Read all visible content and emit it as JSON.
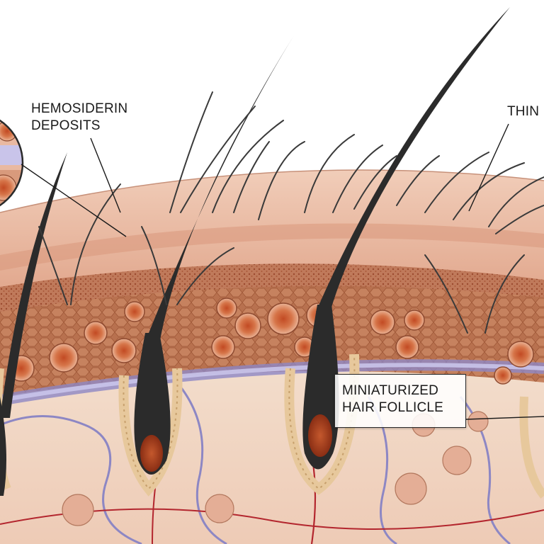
{
  "labels": {
    "hemosiderin": {
      "line1": "HEMOSIDERIN",
      "line2": "DEPOSITS"
    },
    "thin": {
      "text": "THIN"
    },
    "miniaturized": {
      "line1": "MINIATURIZED",
      "line2": "HAIR FOLLICLE"
    }
  },
  "colors": {
    "background": "#ffffff",
    "skin_surface": "#e9b9a2",
    "skin_surface_light": "#f4d3c2",
    "dermis": "#c98a6c",
    "deep_dermis": "#9c5a3d",
    "hemosiderin": "#b1391c",
    "fat_layer": "#f2dcc8",
    "membrane_blue": "#8d87c4",
    "vessel_red": "#b3262e",
    "hair": "#2b2b2b",
    "follicle_bulb": "#b5401f"
  },
  "icons": {
    "inset": "magnified-inset-circle",
    "hair": "hair-shaft-icon",
    "follicle": "hair-follicle-icon"
  }
}
